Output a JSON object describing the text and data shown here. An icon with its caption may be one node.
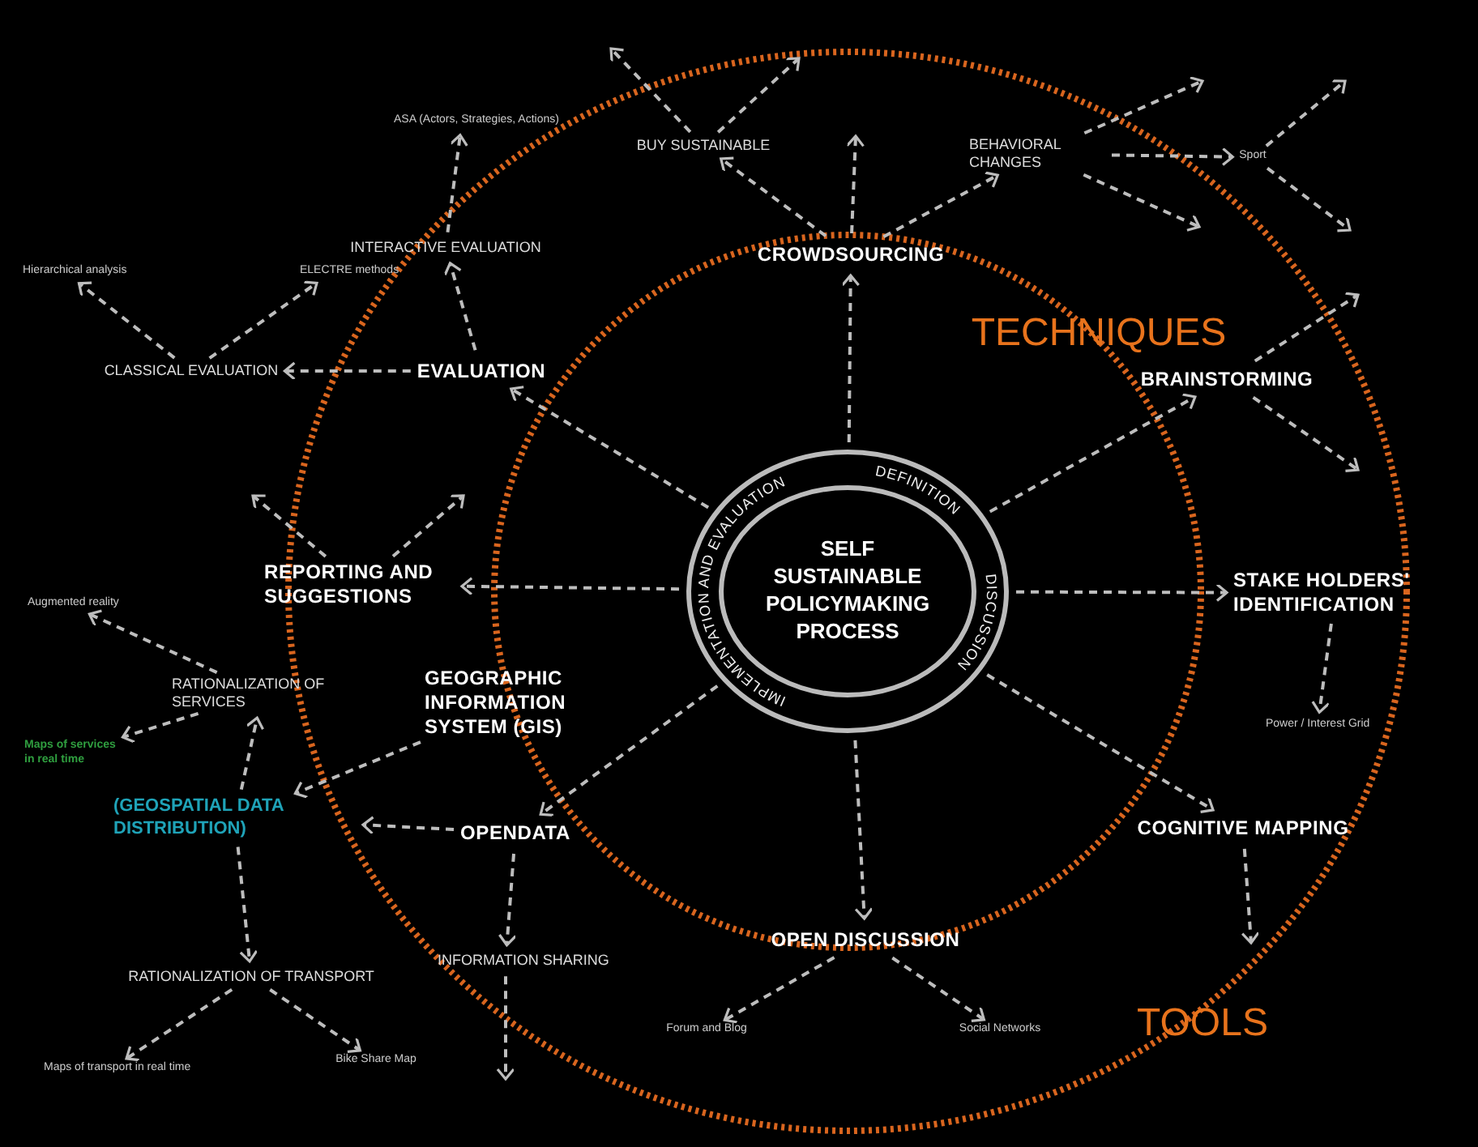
{
  "diagram": {
    "nodes": [
      {
        "text": [
          "SELF SUSTAINABLE POLICYMAKING PROCESS"
        ]
      },
      {
        "text": [
          "CROWDSOURCING"
        ]
      },
      {
        "text": [
          "BRAINSTORMING"
        ]
      },
      {
        "text": [
          "STAKE HOLDERS' IDENTIFICATION"
        ]
      },
      {
        "text": [
          "COGNITIVE MAPPING"
        ]
      },
      {
        "text": [
          "OPEN DISCUSSION"
        ]
      },
      {
        "text": [
          "OPENDATA"
        ]
      },
      {
        "text": [
          "GEOGRAPHIC INFORMATION SYSTEM (GIS)"
        ]
      },
      {
        "text": [
          "REPORTING AND SUGGESTIONS"
        ]
      },
      {
        "text": [
          "EVALUATION"
        ]
      },
      {
        "text": [
          "BUY SUSTAINABLE"
        ]
      },
      {
        "text": [
          "BEHAVIORAL CHANGES"
        ]
      },
      {
        "text": [
          "Sport"
        ]
      },
      {
        "text": [
          "Power / Interest Grid"
        ]
      },
      {
        "text": [
          "Forum and Blog"
        ]
      },
      {
        "text": [
          "Social Networks"
        ]
      },
      {
        "text": [
          "INFORMATION SHARING"
        ]
      },
      {
        "text": [
          "(GEOSPATIAL DATA DISTRIBUTION)"
        ]
      },
      {
        "text": [
          "RATIONALIZATION OF SERVICES"
        ]
      },
      {
        "text": [
          "Augmented reality"
        ]
      },
      {
        "text": [
          "Maps of services in real time"
        ]
      },
      {
        "text": [
          "RATIONALIZATION OF TRANSPORT"
        ]
      },
      {
        "text": [
          "Maps of transport in real time"
        ]
      },
      {
        "text": [
          "Bike Share Map"
        ]
      },
      {
        "text": [
          "INTERACTIVE EVALUATION"
        ]
      },
      {
        "text": [
          "ASA (Actors, Strategies, Actions)"
        ]
      },
      {
        "text": [
          "CLASSICAL EVALUATION"
        ]
      },
      {
        "text": [
          "Hierarchical analysis"
        ]
      },
      {
        "text": [
          "ELECTRE methods"
        ]
      }
    ],
    "edges": [
      {
        "from": 0,
        "to": 1,
        "arrow": "to"
      },
      {
        "from": 0,
        "to": 2,
        "arrow": "to"
      },
      {
        "from": 0,
        "to": 3,
        "arrow": "to"
      },
      {
        "from": 0,
        "to": 4,
        "arrow": "to"
      },
      {
        "from": 0,
        "to": 5,
        "arrow": "to"
      },
      {
        "from": 0,
        "to": 6,
        "arrow": "to"
      },
      {
        "from": 0,
        "to": 8,
        "arrow": "to"
      },
      {
        "from": 0,
        "to": 9,
        "arrow": "to"
      },
      {
        "from": 1,
        "to": 10,
        "arrow": "to"
      },
      {
        "from": 1,
        "to": null,
        "arrow": "to"
      },
      {
        "from": 1,
        "to": 11,
        "arrow": "to"
      },
      {
        "from": 10,
        "to": null,
        "arrow": "to"
      },
      {
        "from": 10,
        "to": null,
        "arrow": "to"
      },
      {
        "from": 11,
        "to": null,
        "arrow": "to"
      },
      {
        "from": 11,
        "to": 12,
        "arrow": "to"
      },
      {
        "from": 11,
        "to": null,
        "arrow": "to"
      },
      {
        "from": 12,
        "to": null,
        "arrow": "to"
      },
      {
        "from": 12,
        "to": null,
        "arrow": "to"
      },
      {
        "from": 2,
        "to": null,
        "arrow": "to"
      },
      {
        "from": 2,
        "to": null,
        "arrow": "to"
      },
      {
        "from": 3,
        "to": 13,
        "arrow": "to"
      },
      {
        "from": 4,
        "to": null,
        "arrow": "to"
      },
      {
        "from": 5,
        "to": 14,
        "arrow": "to"
      },
      {
        "from": 5,
        "to": 15,
        "arrow": "to"
      },
      {
        "from": 6,
        "to": 17,
        "arrow": "to"
      },
      {
        "from": 6,
        "to": 16,
        "arrow": "to"
      },
      {
        "from": 16,
        "to": null,
        "arrow": "to"
      },
      {
        "from": 7,
        "to": 17,
        "arrow": "to"
      },
      {
        "from": 17,
        "to": 18,
        "arrow": "to"
      },
      {
        "from": 17,
        "to": 21,
        "arrow": "to"
      },
      {
        "from": 18,
        "to": 19,
        "arrow": "to"
      },
      {
        "from": 18,
        "to": 20,
        "arrow": "to"
      },
      {
        "from": 21,
        "to": 22,
        "arrow": "to"
      },
      {
        "from": 21,
        "to": 23,
        "arrow": "to"
      },
      {
        "from": 8,
        "to": null,
        "arrow": "to"
      },
      {
        "from": 8,
        "to": null,
        "arrow": "to"
      },
      {
        "from": 9,
        "to": 26,
        "arrow": "to"
      },
      {
        "from": 9,
        "to": 24,
        "arrow": "to"
      },
      {
        "from": 24,
        "to": 25,
        "arrow": "to"
      },
      {
        "from": 26,
        "to": 27,
        "arrow": "to"
      },
      {
        "from": 26,
        "to": 28,
        "arrow": "to"
      }
    ],
    "labels": [
      "TECHNIQUES",
      "IMPLEMENTATION AND EVALUATION",
      "DEFINITION",
      "DISCUSSION",
      "TOOLS"
    ]
  }
}
